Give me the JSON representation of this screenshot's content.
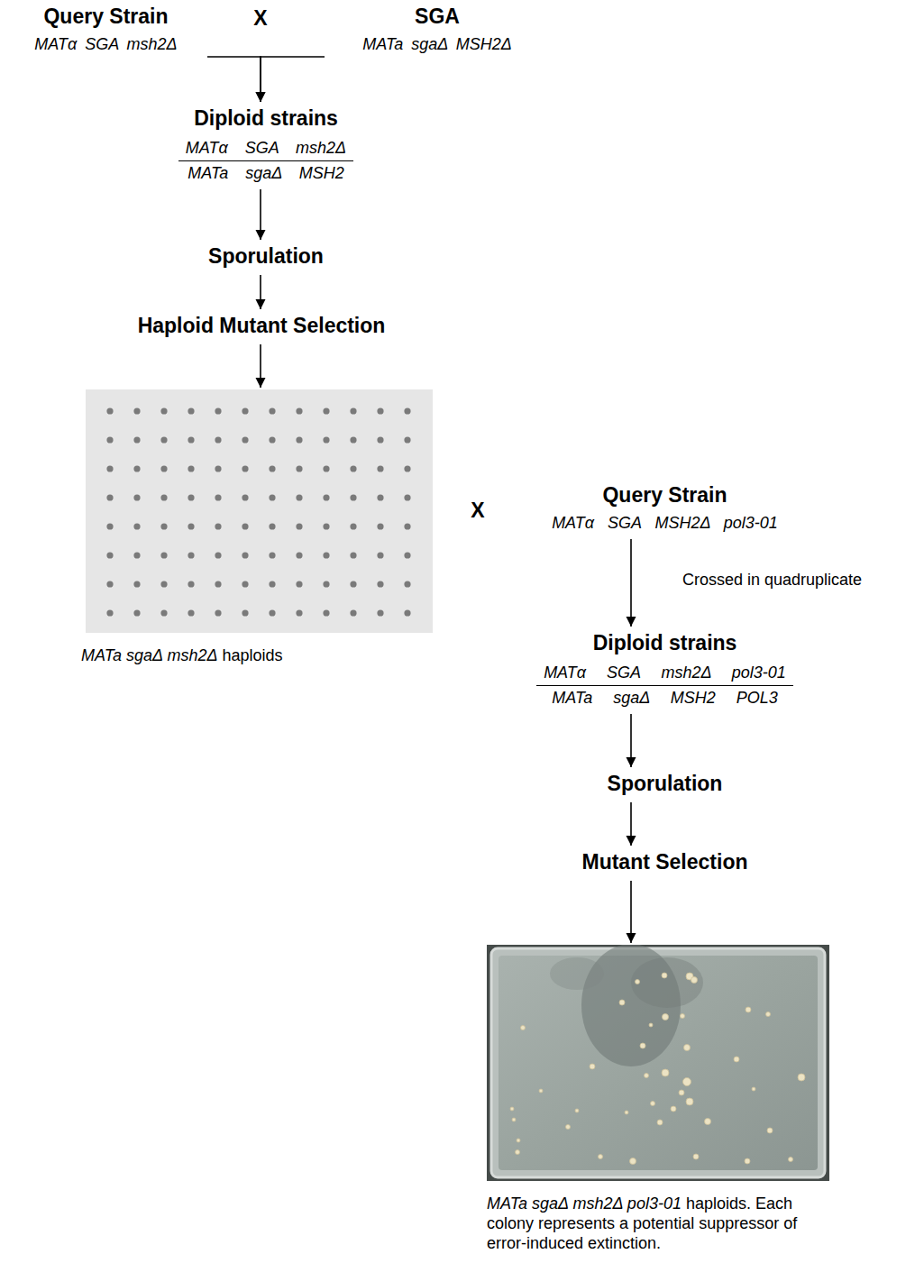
{
  "diagram": {
    "nodes": [
      {
        "text": [
          "Query Strain",
          "MATα SGA msh2Δ"
        ]
      },
      {
        "text": [
          "SGA",
          "MATa sgaΔ MSH2Δ"
        ]
      },
      {
        "text": [
          "Diploid strains",
          "MATα SGA msh2Δ",
          "MATa sgaΔ MSH2"
        ]
      },
      {
        "text": [
          "Sporulation"
        ]
      },
      {
        "text": [
          "Haploid Mutant Selection"
        ]
      },
      {
        "text": [
          "MATa sgaΔ msh2Δ haploids"
        ]
      },
      {
        "text": [
          "Query Strain",
          "MATα SGA MSH2Δ pol3-01"
        ]
      },
      {
        "text": [
          "Diploid strains",
          "MATα SGA msh2Δ pol3-01",
          "MATa sgaΔ MSH2 POL3"
        ]
      },
      {
        "text": [
          "Sporulation"
        ]
      },
      {
        "text": [
          "Mutant Selection"
        ]
      },
      {
        "text": [
          "MATa sgaΔ msh2Δ pol3-01 haploids. Each colony represents a potential suppressor of error-induced extinction."
        ]
      }
    ],
    "edges": [
      {
        "from": 0,
        "to": 2,
        "arrow": "to"
      },
      {
        "from": 1,
        "to": 2,
        "arrow": "to"
      },
      {
        "from": 2,
        "to": 3,
        "arrow": "to"
      },
      {
        "from": 3,
        "to": 4,
        "arrow": "to"
      },
      {
        "from": 4,
        "to": 5,
        "arrow": "to"
      },
      {
        "from": 6,
        "to": 7,
        "label": "Crossed in quadruplicate",
        "arrow": "to"
      },
      {
        "from": 7,
        "to": 8,
        "arrow": "to"
      },
      {
        "from": 8,
        "to": 9,
        "arrow": "to"
      },
      {
        "from": 9,
        "to": 10,
        "arrow": "to"
      }
    ],
    "labels": [
      "X",
      "X"
    ]
  }
}
